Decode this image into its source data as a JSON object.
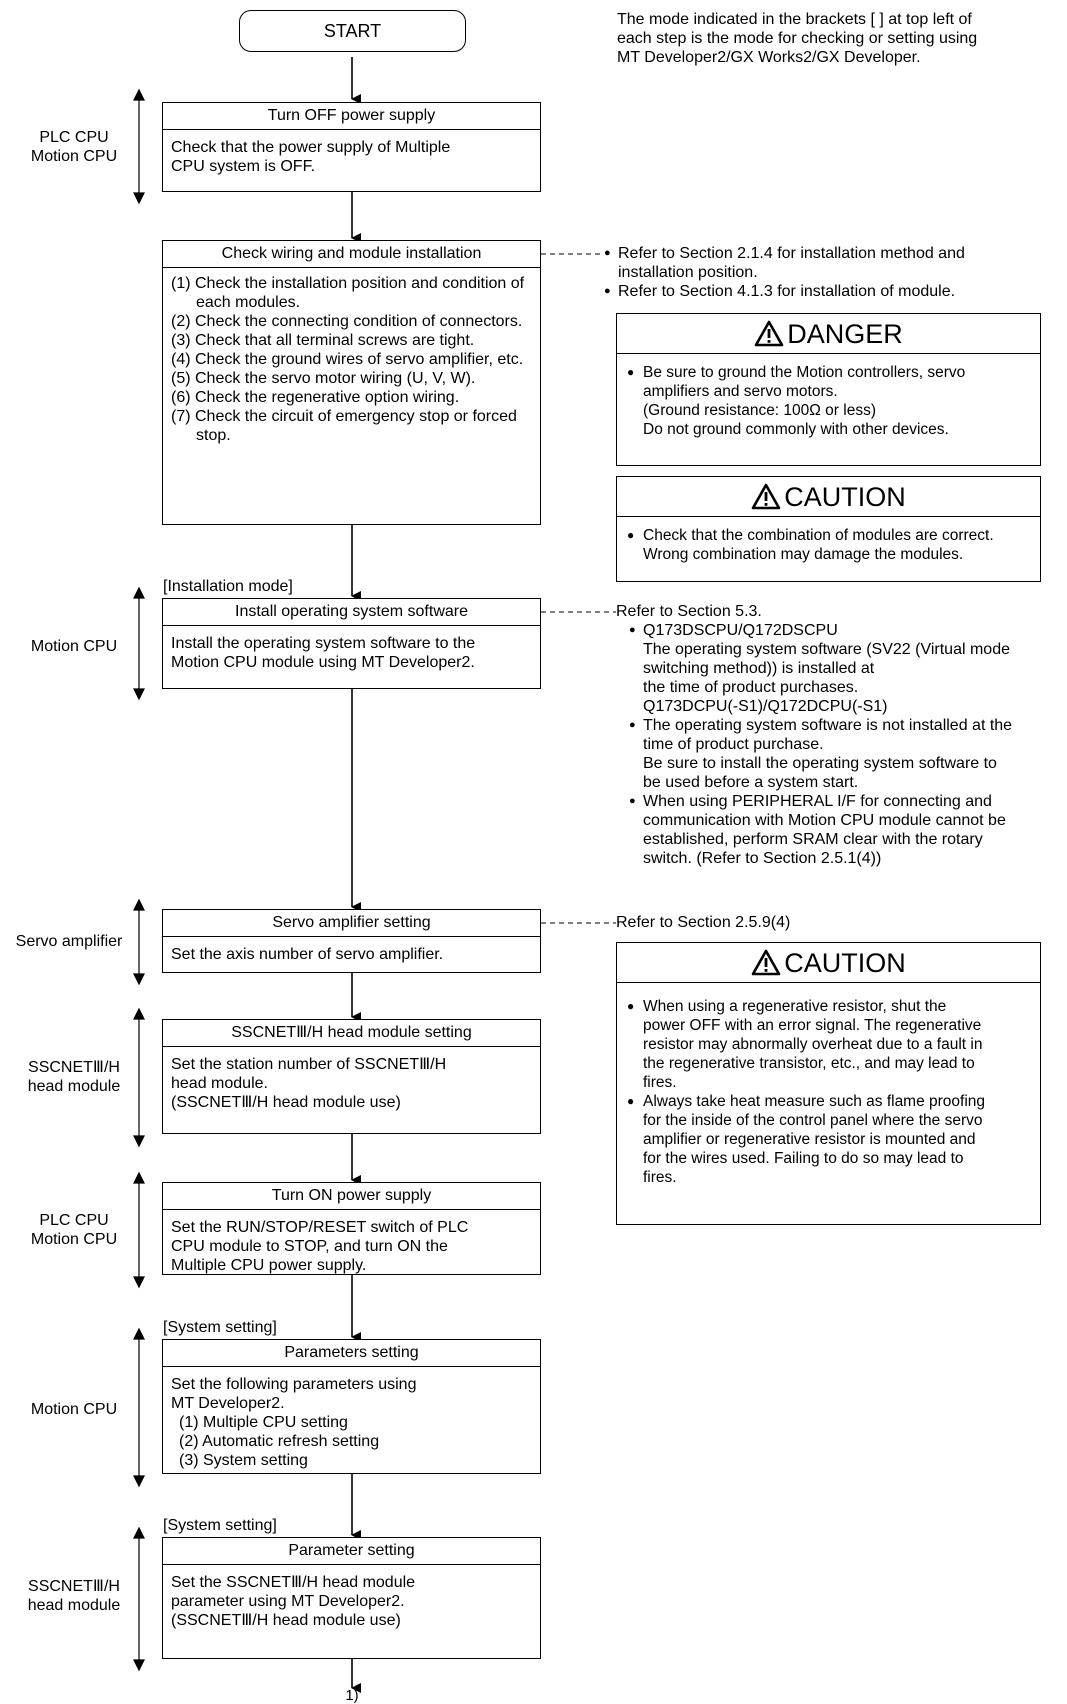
{
  "start_label": "START",
  "header_note": [
    "The mode indicated in the brackets [ ] at top left of",
    "each step is the mode for checking or setting using",
    "MT Developer2/GX Works2/GX Developer."
  ],
  "end_connector": "1)",
  "steps": [
    {
      "title": "Turn OFF power supply",
      "body": [
        "Check that the power supply of Multiple",
        "CPU system is OFF."
      ]
    },
    {
      "title": "Check wiring and module installation",
      "items": [
        "(1) Check the installation position and condition of each modules.",
        "(2) Check the connecting condition of connectors.",
        "(3) Check that all terminal screws are tight.",
        "(4) Check the ground wires of servo amplifier, etc.",
        "(5) Check the servo motor wiring (U, V, W).",
        "(6) Check the regenerative option wiring.",
        "(7) Check the circuit of emergency stop or forced stop."
      ]
    },
    {
      "mode": "[Installation mode]",
      "title": "Install operating system software",
      "body": [
        "Install the operating system software to the",
        "Motion CPU module using MT Developer2."
      ]
    },
    {
      "title": "Servo amplifier setting",
      "body": [
        "Set the axis number of servo amplifier."
      ]
    },
    {
      "title": "SSCNETⅢ/H head module setting",
      "body": [
        "Set the station number of SSCNETⅢ/H",
        "head module.",
        "(SSCNETⅢ/H head module use)"
      ]
    },
    {
      "title": "Turn ON power supply",
      "body": [
        "Set the RUN/STOP/RESET switch of PLC",
        "CPU module to STOP, and turn ON the",
        "Multiple CPU power supply."
      ]
    },
    {
      "mode": "[System setting]",
      "title": "Parameters setting",
      "body": [
        "Set the following parameters using",
        "MT Developer2."
      ],
      "sub": [
        "(1) Multiple CPU setting",
        "(2) Automatic refresh setting",
        "(3) System setting"
      ]
    },
    {
      "mode": "[System setting]",
      "title": "Parameter setting",
      "body": [
        "Set the SSCNETⅢ/H head module",
        "parameter using MT Developer2.",
        "(SSCNETⅢ/H head module use)"
      ]
    }
  ],
  "left_labels": [
    [
      "PLC CPU",
      "Motion CPU"
    ],
    [
      "Motion CPU"
    ],
    [
      "Servo amplifier"
    ],
    [
      "SSCNETⅢ/H",
      "head module"
    ],
    [
      "PLC CPU",
      "Motion CPU"
    ],
    [
      "Motion CPU"
    ],
    [
      "SSCNETⅢ/H",
      "head module"
    ]
  ],
  "notes": {
    "wiring": [
      "Refer to Section 2.1.4 for installation method and installation position.",
      "Refer to Section 4.1.3 for installation of module."
    ],
    "install": {
      "lead": "Refer to Section 5.3.",
      "q173ds_title": "Q173DSCPU/Q172DSCPU",
      "q173ds_text": [
        "The operating system software (SV22 (Virtual mode",
        "switching method)) is installed at",
        "the time of product purchases."
      ],
      "q173d_title": "Q173DCPU(-S1)/Q172DCPU(-S1)",
      "q173d_bullet": [
        "The operating system software is not installed at the",
        "time of product purchase."
      ],
      "q173d_text": [
        "Be sure to install the operating system software to",
        "be used before a system start."
      ],
      "peripheral": [
        "When using PERIPHERAL I/F for connecting and",
        "communication with Motion CPU module cannot be",
        "established, perform SRAM clear with the rotary",
        "switch. (Refer to Section 2.5.1(4))"
      ]
    },
    "servo": "Refer to Section 2.5.9(4)"
  },
  "danger": {
    "title": "DANGER",
    "bullet": [
      "Be sure to ground the Motion controllers, servo",
      "amplifiers and servo motors."
    ],
    "text": [
      "(Ground resistance: 100Ω or less)",
      "Do not ground commonly with other devices."
    ]
  },
  "caution1": {
    "title": "CAUTION",
    "bullet": [
      "Check that the combination of modules are correct.",
      "Wrong combination may damage the modules."
    ]
  },
  "caution2": {
    "title": "CAUTION",
    "bullets": [
      [
        "When using a regenerative resistor, shut the",
        "power OFF with an error signal. The regenerative",
        "resistor may abnormally overheat due to a fault in",
        "the regenerative transistor, etc., and may lead to",
        "fires."
      ],
      [
        "Always take heat measure such as flame proofing",
        "for the inside of the control panel where the servo",
        "amplifier or regenerative resistor is mounted and",
        "for the wires used. Failing to do so may lead to",
        "fires."
      ]
    ]
  }
}
